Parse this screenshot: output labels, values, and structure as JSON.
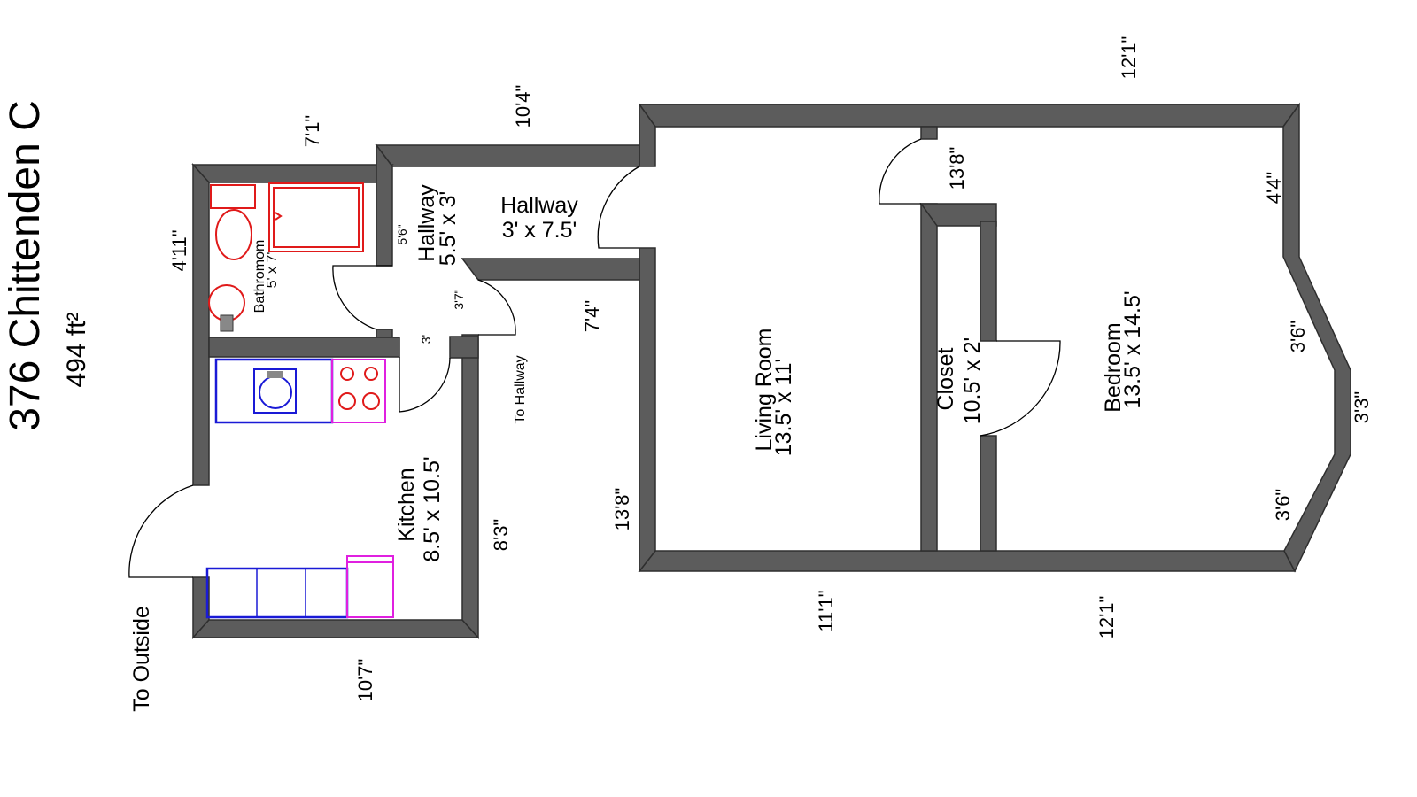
{
  "header": {
    "address": "376 Chittenden C",
    "area": "494 ft²"
  },
  "rooms": {
    "living_room": {
      "name": "Living Room",
      "size": "13.5' x 11'"
    },
    "bedroom": {
      "name": "Bedroom",
      "size": "13.5' x 14.5'"
    },
    "closet": {
      "name": "Closet",
      "size": "10.5' x 2'"
    },
    "kitchen": {
      "name": "Kitchen",
      "size": "8.5' x 10.5'"
    },
    "bathroom": {
      "name": "Bathromom",
      "size": "5' x 7'"
    },
    "hallway_small": {
      "name": "Hallway",
      "size": "5.5' x 3'"
    },
    "hallway_main": {
      "name": "Hallway",
      "size": "3' x 7.5'"
    }
  },
  "labels": {
    "to_outside": "To Outside",
    "to_hallway": "To Hallway"
  },
  "dimensions": {
    "top_right": "12'1\"",
    "top_hall": "10'4\"",
    "top_bath": "7'1\"",
    "bath_left": "4'11\"",
    "bath_inner": "5'6\"",
    "hall_3_7": "3'7\"",
    "hall_3": "3'",
    "hall_7_4": "7'4\"",
    "kitchen_bottom": "10'7\"",
    "kitchen_right": "8'3\"",
    "living_left": "13'8\"",
    "living_top": "13'8\"",
    "bottom_living": "11'1\"",
    "bottom_bed": "12'1\"",
    "bay_top": "4'4\"",
    "bay_upper": "3'6\"",
    "bay_mid": "3'3\"",
    "bay_lower": "3'6\""
  },
  "colors": {
    "wall": "#5c5c5c",
    "bath_fixtures": "#e01a1a",
    "counters": "#1a1ad6",
    "appliances": "#e020e0"
  }
}
